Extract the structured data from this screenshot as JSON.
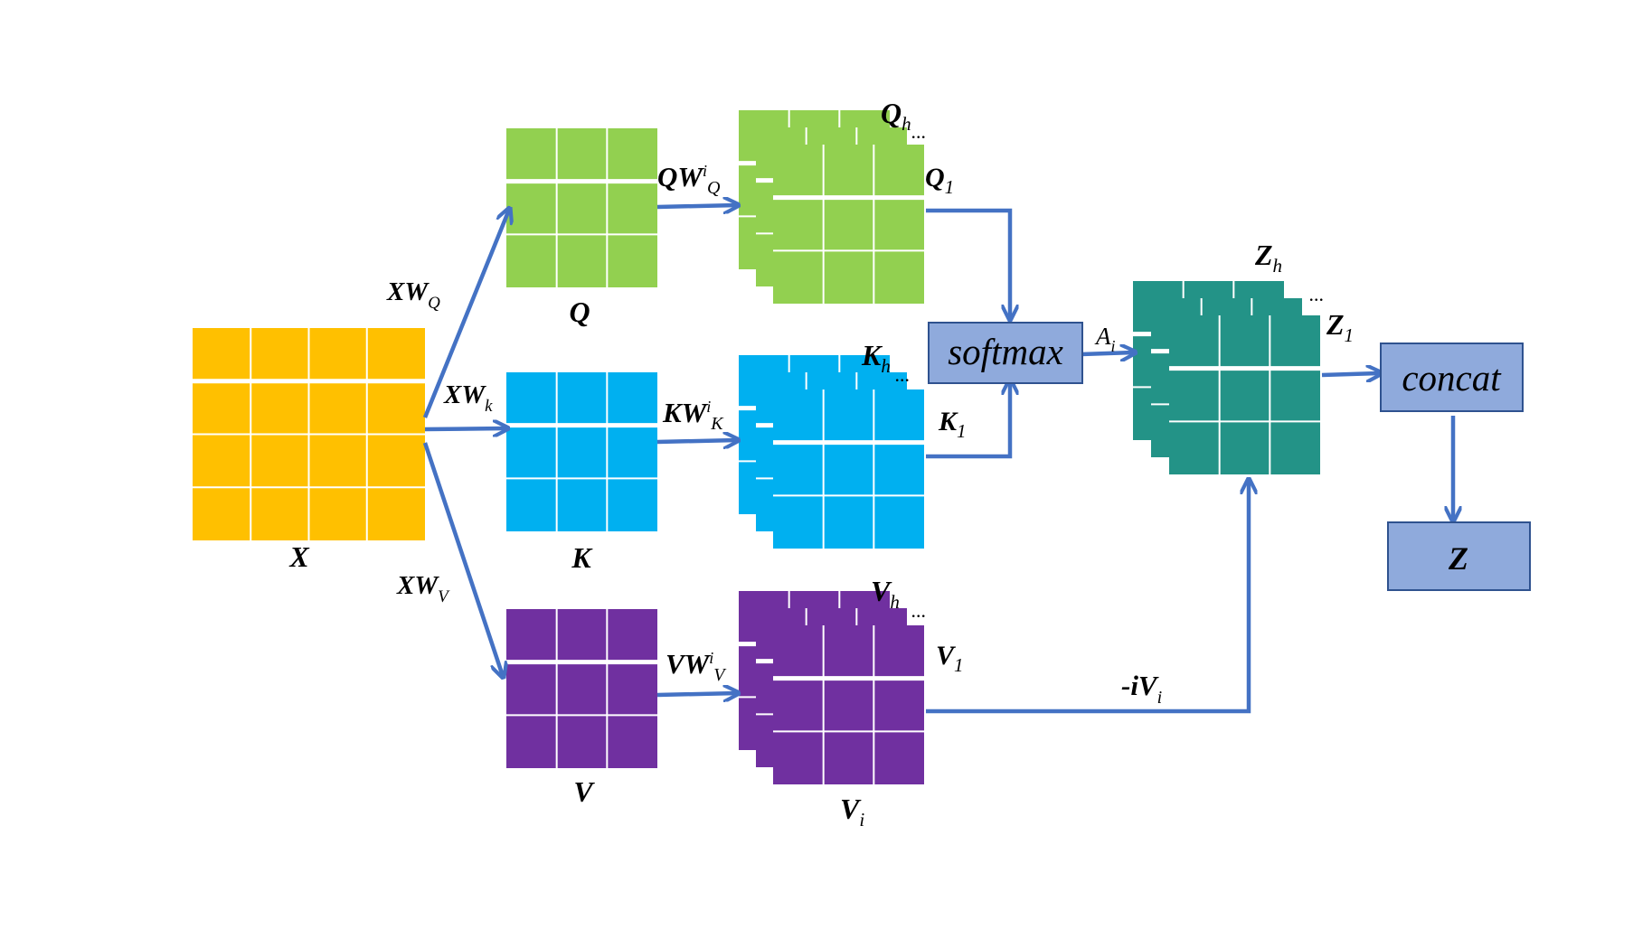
{
  "colors": {
    "x": "#FFC000",
    "q": "#92D050",
    "k": "#00B0F0",
    "v": "#7030A0",
    "z_heads": "#239387",
    "box": "#8FAADC",
    "box_border": "#2F528F",
    "arrow": "#4472C4",
    "grid_line": "#FFFFFF"
  },
  "matrices": {
    "x": "X",
    "q": "Q",
    "k": "K",
    "v": "V"
  },
  "edges": {
    "xwq": {
      "main": "XW",
      "sub": "Q"
    },
    "xwk": {
      "main": "XW",
      "sub": "k"
    },
    "xwv": {
      "main": "XW",
      "sub": "V"
    },
    "qwq": {
      "main": "QW",
      "sup": "i",
      "sub": "Q"
    },
    "kwk": {
      "main": "KW",
      "sup": "i",
      "sub": "K"
    },
    "vwv": {
      "main": "VW",
      "sup": "i",
      "sub": "V"
    },
    "ai": {
      "main": "A",
      "sub": "i"
    },
    "ivi": {
      "main": "-iV",
      "sub": "i"
    }
  },
  "heads": {
    "q": {
      "top": {
        "main": "Q",
        "sub": "h"
      },
      "first": {
        "main": "Q",
        "sub": "1"
      },
      "ellipsis": "..."
    },
    "k": {
      "top": {
        "main": "K",
        "sub": "h"
      },
      "first": {
        "main": "K",
        "sub": "1"
      },
      "ellipsis": "..."
    },
    "v": {
      "top": {
        "main": "V",
        "sub": "h"
      },
      "first": {
        "main": "V",
        "sub": "1"
      },
      "ellipsis": "...",
      "bottom": {
        "main": "V",
        "sub": "i"
      }
    },
    "z": {
      "top": {
        "main": "Z",
        "sub": "h"
      },
      "first": {
        "main": "Z",
        "sub": "1"
      },
      "ellipsis": "..."
    }
  },
  "boxes": {
    "softmax": "softmax",
    "concat": "concat",
    "output": "Z"
  }
}
